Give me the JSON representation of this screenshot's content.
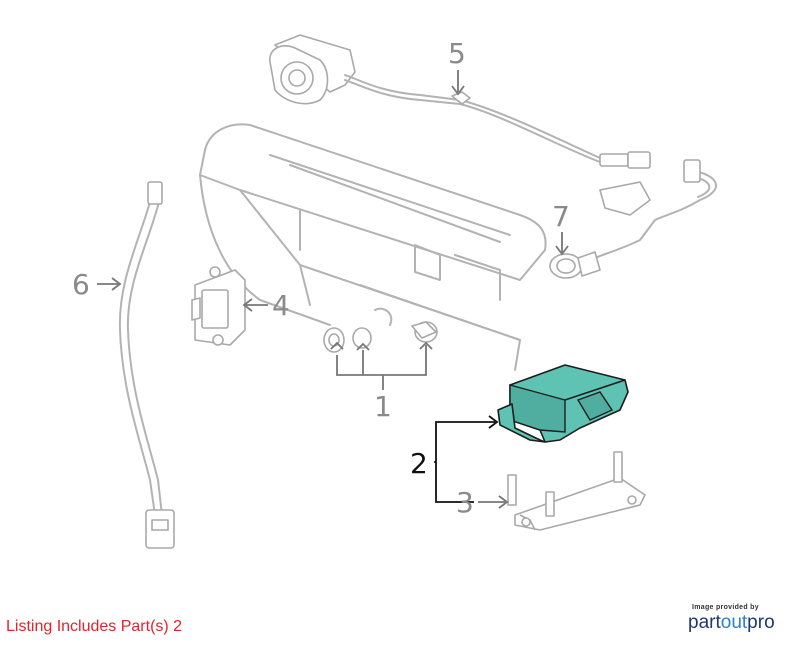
{
  "diagram": {
    "callouts": [
      {
        "id": "1",
        "label": "1"
      },
      {
        "id": "2",
        "label": "2"
      },
      {
        "id": "3",
        "label": "3"
      },
      {
        "id": "4",
        "label": "4"
      },
      {
        "id": "5",
        "label": "5"
      },
      {
        "id": "6",
        "label": "6"
      },
      {
        "id": "7",
        "label": "7"
      }
    ],
    "highlighted_part": "2",
    "colors": {
      "highlight_fill": "#5fc3b4",
      "line_art": "#b3b3b3",
      "callout_text": "#8a8a8a",
      "listing_text": "#e0242b"
    }
  },
  "footer": {
    "listing_text": "Listing Includes Part(s) 2",
    "credit_small": "Image provided by",
    "credit_brand_part1": "part",
    "credit_brand_part2": "out",
    "credit_brand_part3": "pro"
  }
}
